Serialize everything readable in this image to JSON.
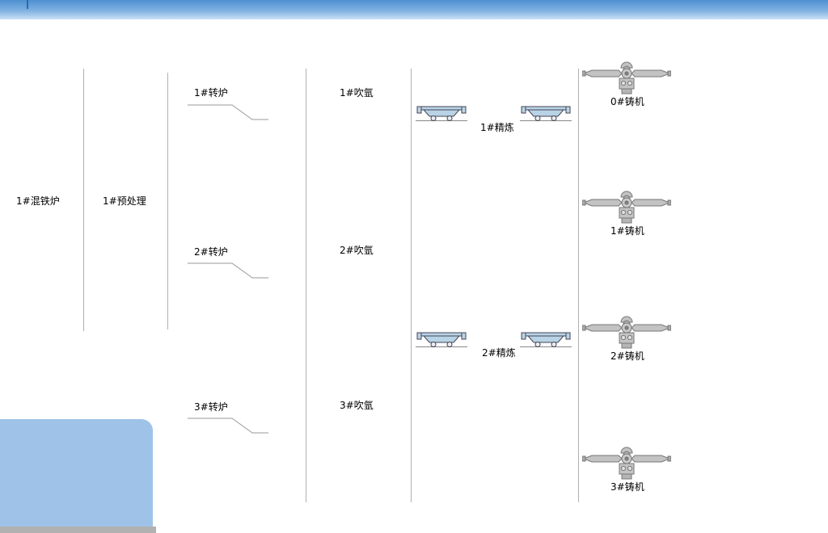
{
  "header": {
    "name": "title-bar"
  },
  "stations": {
    "mixer": {
      "label": "1#混铁炉"
    },
    "pretreatment": {
      "label": "1#预处理"
    },
    "converters": [
      {
        "label": "1#转炉"
      },
      {
        "label": "2#转炉"
      },
      {
        "label": "3#转炉"
      }
    ],
    "argon": [
      {
        "label": "1#吹氩"
      },
      {
        "label": "2#吹氩"
      },
      {
        "label": "3#吹氩"
      }
    ],
    "refining": [
      {
        "label": "1#精炼"
      },
      {
        "label": "2#精炼"
      }
    ],
    "casters": [
      {
        "label": "0#铸机"
      },
      {
        "label": "1#铸机"
      },
      {
        "label": "2#铸机"
      },
      {
        "label": "3#铸机"
      }
    ]
  },
  "colors": {
    "header_top": "#4e8fd0",
    "header_bottom": "#c9e0f5",
    "panel_blue": "#9fc3e8",
    "divider_gray": "#b0b0b0",
    "ladle_fill": "#b9d3e6",
    "caster_fill": "#c3c3c3",
    "bottom_bar_gray": "#b1b1b1"
  }
}
